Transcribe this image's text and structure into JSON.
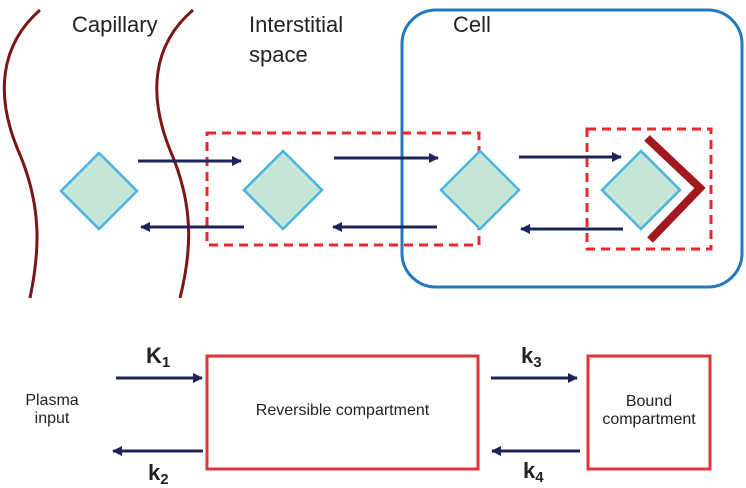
{
  "top": {
    "labels": {
      "capillary": "Capillary",
      "interstitial_line1": "Interstitial",
      "interstitial_line2": "space",
      "cell": "Cell"
    }
  },
  "bottom": {
    "plasma_line1": "Plasma",
    "plasma_line2": "input",
    "reversible": "Reversible compartment",
    "bound_line1": "Bound",
    "bound_line2": "compartment",
    "rates": {
      "K1": {
        "letter": "K",
        "sub": "1"
      },
      "k2": {
        "letter": "k",
        "sub": "2"
      },
      "k3": {
        "letter": "k",
        "sub": "3"
      },
      "k4": {
        "letter": "k",
        "sub": "4"
      }
    }
  },
  "colors": {
    "capillary": "#7a1616",
    "cell_border": "#1f78c0",
    "diamond_fill": "#c5e6d6",
    "diamond_stroke": "#49b3e3",
    "arrow": "#1d2459",
    "dashed_box": "#e8282e",
    "receptor": "#a3171f",
    "compartment_box": "#e0343a",
    "text": "#222222"
  }
}
